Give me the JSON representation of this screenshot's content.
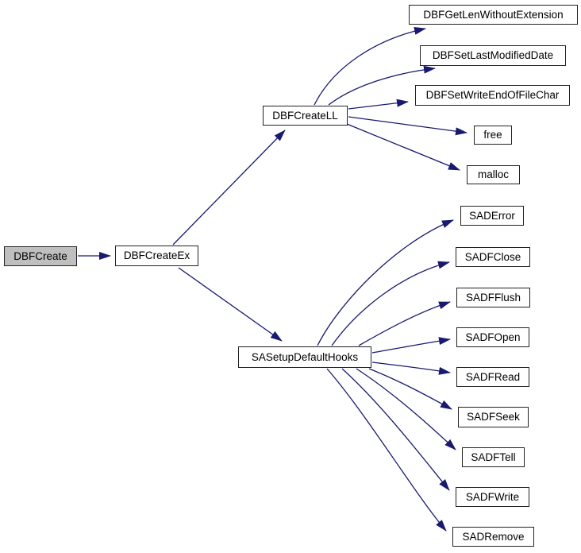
{
  "diagram": {
    "colors": {
      "edge": "#191970",
      "node_border": "#222222",
      "node_fill": "#ffffff",
      "root_fill": "#bfbfbf",
      "text": "#000000",
      "background": "#ffffff"
    },
    "nodes": [
      {
        "label": "DBFCreate",
        "role": "root"
      },
      {
        "label": "DBFCreateEx",
        "role": "function"
      },
      {
        "label": "DBFCreateLL",
        "role": "function"
      },
      {
        "label": "SASetupDefaultHooks",
        "role": "function"
      },
      {
        "label": "DBFGetLenWithoutExtension",
        "role": "function"
      },
      {
        "label": "DBFSetLastModifiedDate",
        "role": "function"
      },
      {
        "label": "DBFSetWriteEndOfFileChar",
        "role": "function"
      },
      {
        "label": "free",
        "role": "function"
      },
      {
        "label": "malloc",
        "role": "function"
      },
      {
        "label": "SADError",
        "role": "function"
      },
      {
        "label": "SADFClose",
        "role": "function"
      },
      {
        "label": "SADFFlush",
        "role": "function"
      },
      {
        "label": "SADFOpen",
        "role": "function"
      },
      {
        "label": "SADFRead",
        "role": "function"
      },
      {
        "label": "SADFSeek",
        "role": "function"
      },
      {
        "label": "SADFTell",
        "role": "function"
      },
      {
        "label": "SADFWrite",
        "role": "function"
      },
      {
        "label": "SADRemove",
        "role": "function"
      }
    ],
    "edges": [
      {
        "from": "DBFCreate",
        "to": "DBFCreateEx"
      },
      {
        "from": "DBFCreateEx",
        "to": "DBFCreateLL"
      },
      {
        "from": "DBFCreateEx",
        "to": "SASetupDefaultHooks"
      },
      {
        "from": "DBFCreateLL",
        "to": "DBFGetLenWithoutExtension"
      },
      {
        "from": "DBFCreateLL",
        "to": "DBFSetLastModifiedDate"
      },
      {
        "from": "DBFCreateLL",
        "to": "DBFSetWriteEndOfFileChar"
      },
      {
        "from": "DBFCreateLL",
        "to": "free"
      },
      {
        "from": "DBFCreateLL",
        "to": "malloc"
      },
      {
        "from": "SASetupDefaultHooks",
        "to": "SADError"
      },
      {
        "from": "SASetupDefaultHooks",
        "to": "SADFClose"
      },
      {
        "from": "SASetupDefaultHooks",
        "to": "SADFFlush"
      },
      {
        "from": "SASetupDefaultHooks",
        "to": "SADFOpen"
      },
      {
        "from": "SASetupDefaultHooks",
        "to": "SADFRead"
      },
      {
        "from": "SASetupDefaultHooks",
        "to": "SADFSeek"
      },
      {
        "from": "SASetupDefaultHooks",
        "to": "SADFTell"
      },
      {
        "from": "SASetupDefaultHooks",
        "to": "SADFWrite"
      },
      {
        "from": "SASetupDefaultHooks",
        "to": "SADRemove"
      }
    ]
  }
}
